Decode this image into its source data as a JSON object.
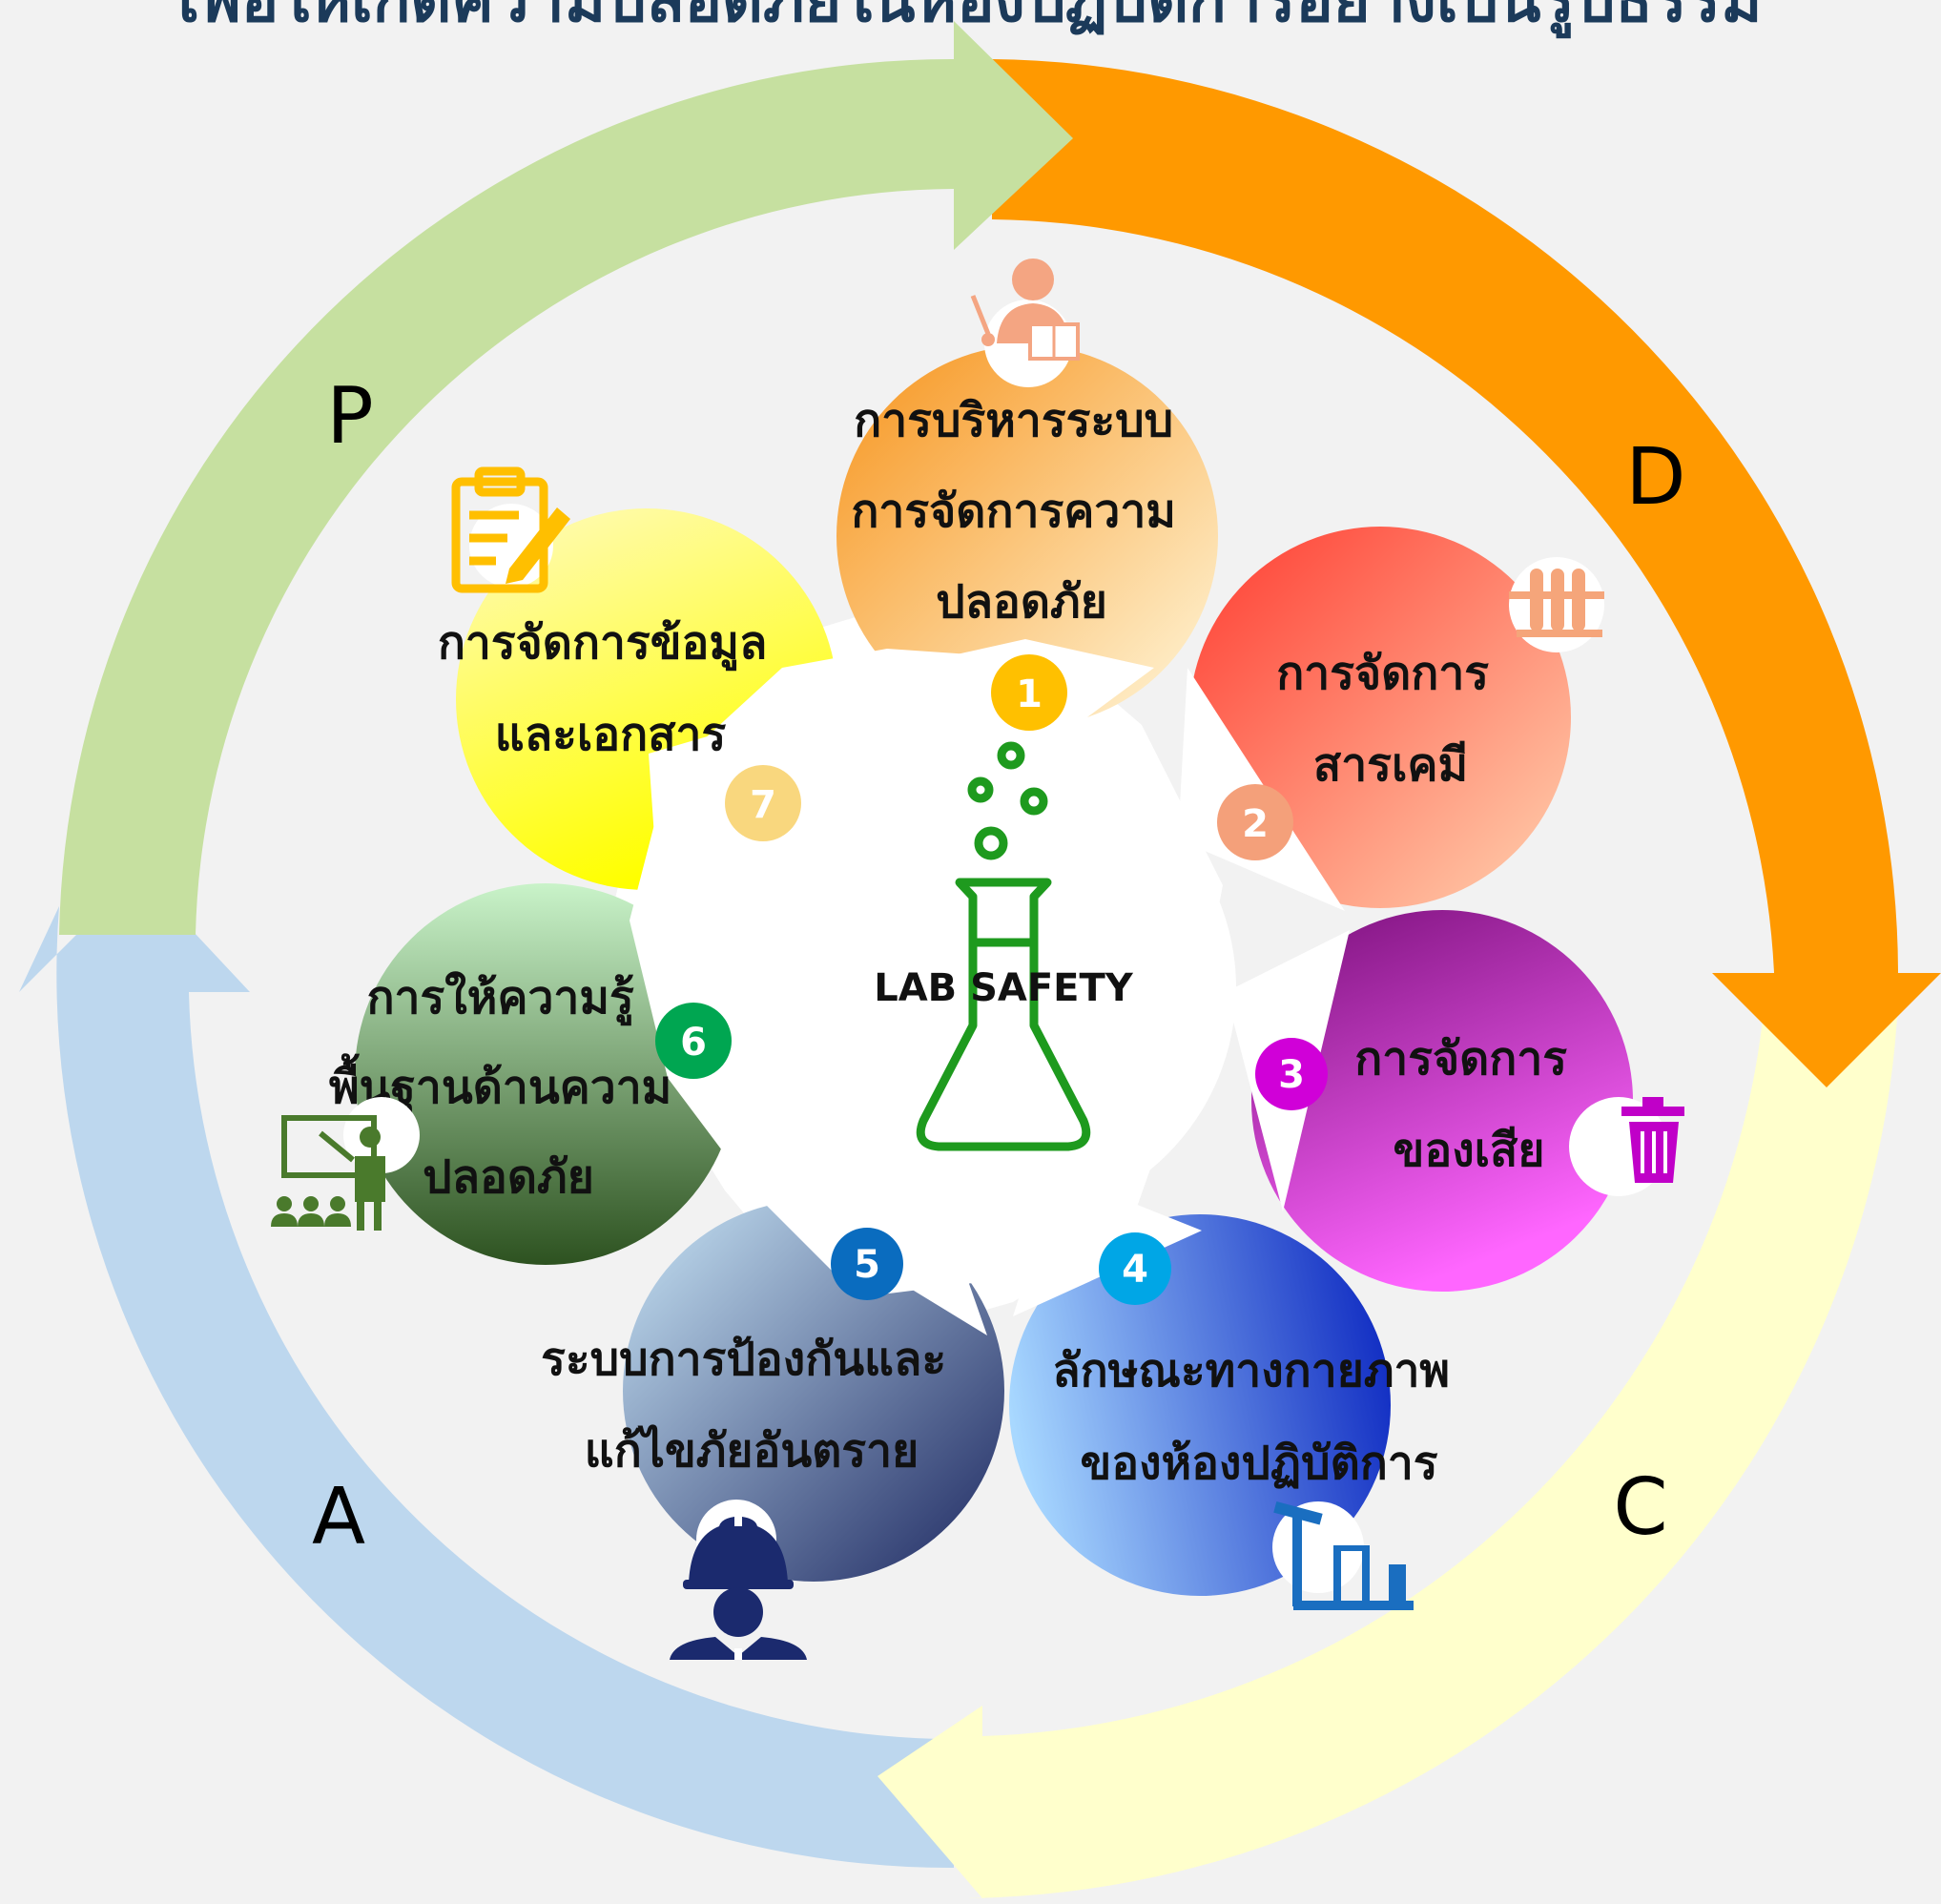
{
  "title": "เพื่อให้เกิดความปลอดภัยในห้องปฏิบัติการอย่างเป็นรูปธรรม",
  "center": {
    "label": "LAB SAFETY"
  },
  "cycle": {
    "p": "P",
    "d": "D",
    "c": "C",
    "a": "A"
  },
  "items": [
    {
      "number": "1",
      "lines": [
        "การบริหารระบบ",
        "การจัดการความ",
        "ปลอดภัย"
      ],
      "color": "#f7941d",
      "badge": "#ffc000",
      "icon": "teacher-icon"
    },
    {
      "number": "2",
      "lines": [
        "การจัดการ",
        "สารเคมี"
      ],
      "color": "#ff4a3a",
      "badge": "#f4a07a",
      "icon": "test-tubes-icon"
    },
    {
      "number": "3",
      "lines": [
        "การจัดการ",
        "ของเสีย"
      ],
      "color": "#a0148f",
      "badge": "#d000d8",
      "icon": "trash-icon"
    },
    {
      "number": "4",
      "lines": [
        "ลักษณะทางกายภาพ",
        "ของห้องปฏิบัติการ"
      ],
      "color": "#1f3cc9",
      "badge": "#00a6e6",
      "icon": "pump-jack-icon"
    },
    {
      "number": "5",
      "lines": [
        "ระบบการป้องกันและ",
        "แก้ไขภัยอันตราย"
      ],
      "color": "#24306a",
      "badge": "#0a6cbf",
      "icon": "firefighter-icon"
    },
    {
      "number": "6",
      "lines": [
        "การให้ความรู้",
        "พื้นฐานด้านความ",
        "ปลอดภัย"
      ],
      "color": "#3d6b2c",
      "badge": "#00a651",
      "icon": "presentation-icon"
    },
    {
      "number": "7",
      "lines": [
        "การจัดการข้อมูล",
        "และเอกสาร"
      ],
      "color": "#fff200",
      "badge": "#f9d77e",
      "icon": "clipboard-icon"
    }
  ]
}
